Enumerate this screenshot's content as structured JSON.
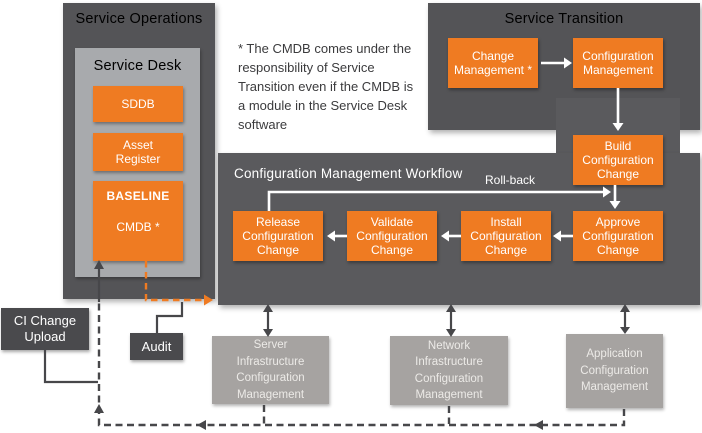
{
  "service_operations": {
    "title": "Service Operations",
    "service_desk": {
      "title": "Service Desk",
      "sddb": "SDDB",
      "asset_register": "Asset Register",
      "baseline": "BASELINE",
      "cmdb": "CMDB *"
    }
  },
  "note": {
    "text": "* The CMDB comes under the responsibility of Service Transition even if the CMDB is a module in the Service Desk software"
  },
  "service_transition": {
    "title": "Service Transition",
    "change_management": "Change Management *",
    "configuration_management": "Configuration Management"
  },
  "workflow": {
    "title": "Configuration Management Workflow",
    "rollback_label": "Roll-back",
    "build": "Build Configuration Change",
    "approve": "Approve Configuration Change",
    "install": "Install Configuration Change",
    "validate": "Validate Configuration Change",
    "release": "Release Configuration Change"
  },
  "infrastructure": {
    "server": "Server Infrastructure Configuration Management",
    "network": "Network Infrastructure Configuration Management",
    "application": "Application Configuration Management"
  },
  "side_boxes": {
    "ci_change_upload": "CI Change Upload",
    "audit": "Audit"
  },
  "colors": {
    "dark_section": "#545457",
    "workflow_section": "#5A5A5D",
    "panel_gray": "#A8AAAD",
    "orange": "#EF7B22",
    "infra_gray": "#A6A3A1",
    "small_dark_box": "#4A4A4D"
  }
}
